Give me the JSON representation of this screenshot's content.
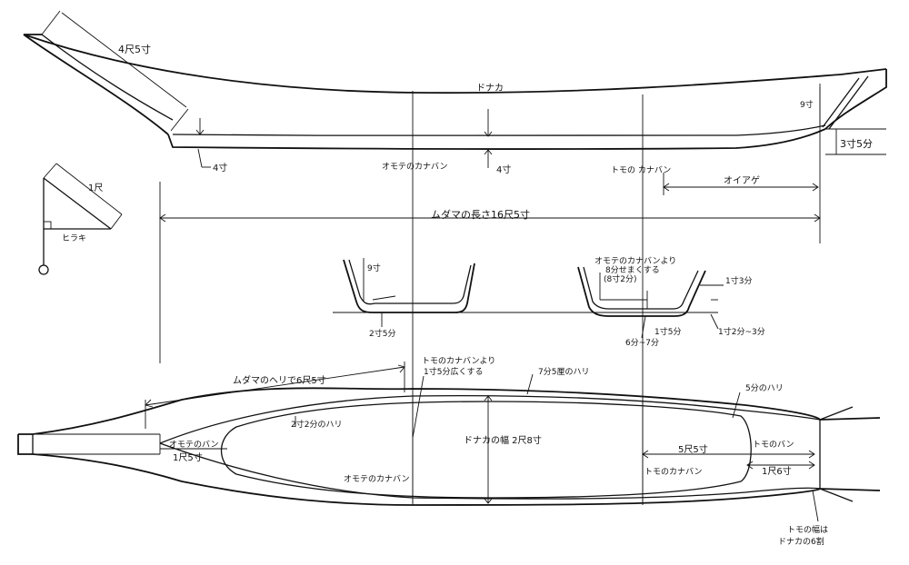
{
  "side_view": {
    "bow_length": "4尺5寸",
    "donaka": "ドナカ",
    "depth_9": "9寸",
    "stern_rise": "3寸5分",
    "bow_4": "4寸",
    "omote_kanaban": "オモテのカナバン",
    "mid_4": "4寸",
    "tomo_kanaban": "トモの カナバン",
    "oiage": "オイアゲ",
    "total_length": "ムダマの長さ16尺5寸"
  },
  "angle_detail": {
    "length": "1尺",
    "hiraki": "ヒラキ"
  },
  "sections": {
    "left_depth": "9寸",
    "left_bottom": "2寸5分",
    "right_note_1": "オモテのカナバンより",
    "right_note_2": "8分せまくする",
    "right_note_3": "(8寸2分)",
    "right_top": "1寸3分",
    "right_bottom_1": "1寸5分",
    "right_bottom_2": "6分~7分",
    "right_side": "1寸2分~3分"
  },
  "plan_view": {
    "hull_edge": "ムダマのヘリで6尺5寸",
    "note_1": "トモのカナバンより",
    "note_2": "1寸5分広くする",
    "rib_75": "7分5厘のハリ",
    "rib_5": "5分のハリ",
    "rib_22": "2寸2分のハリ",
    "omote_ban": "オモテのバン",
    "omote_ban_len": "1尺5寸",
    "donaka_width": "ドナカの幅 2尺8寸",
    "tomo_len": "5尺5寸",
    "tomo_ban": "トモのバン",
    "tomo_ban_len": "1尺6寸",
    "omote_kanaban": "オモテのカナバン",
    "tomo_kanaban": "トモのカナバン",
    "tomo_width_1": "トモの幅は",
    "tomo_width_2": "ドナカの6割"
  }
}
